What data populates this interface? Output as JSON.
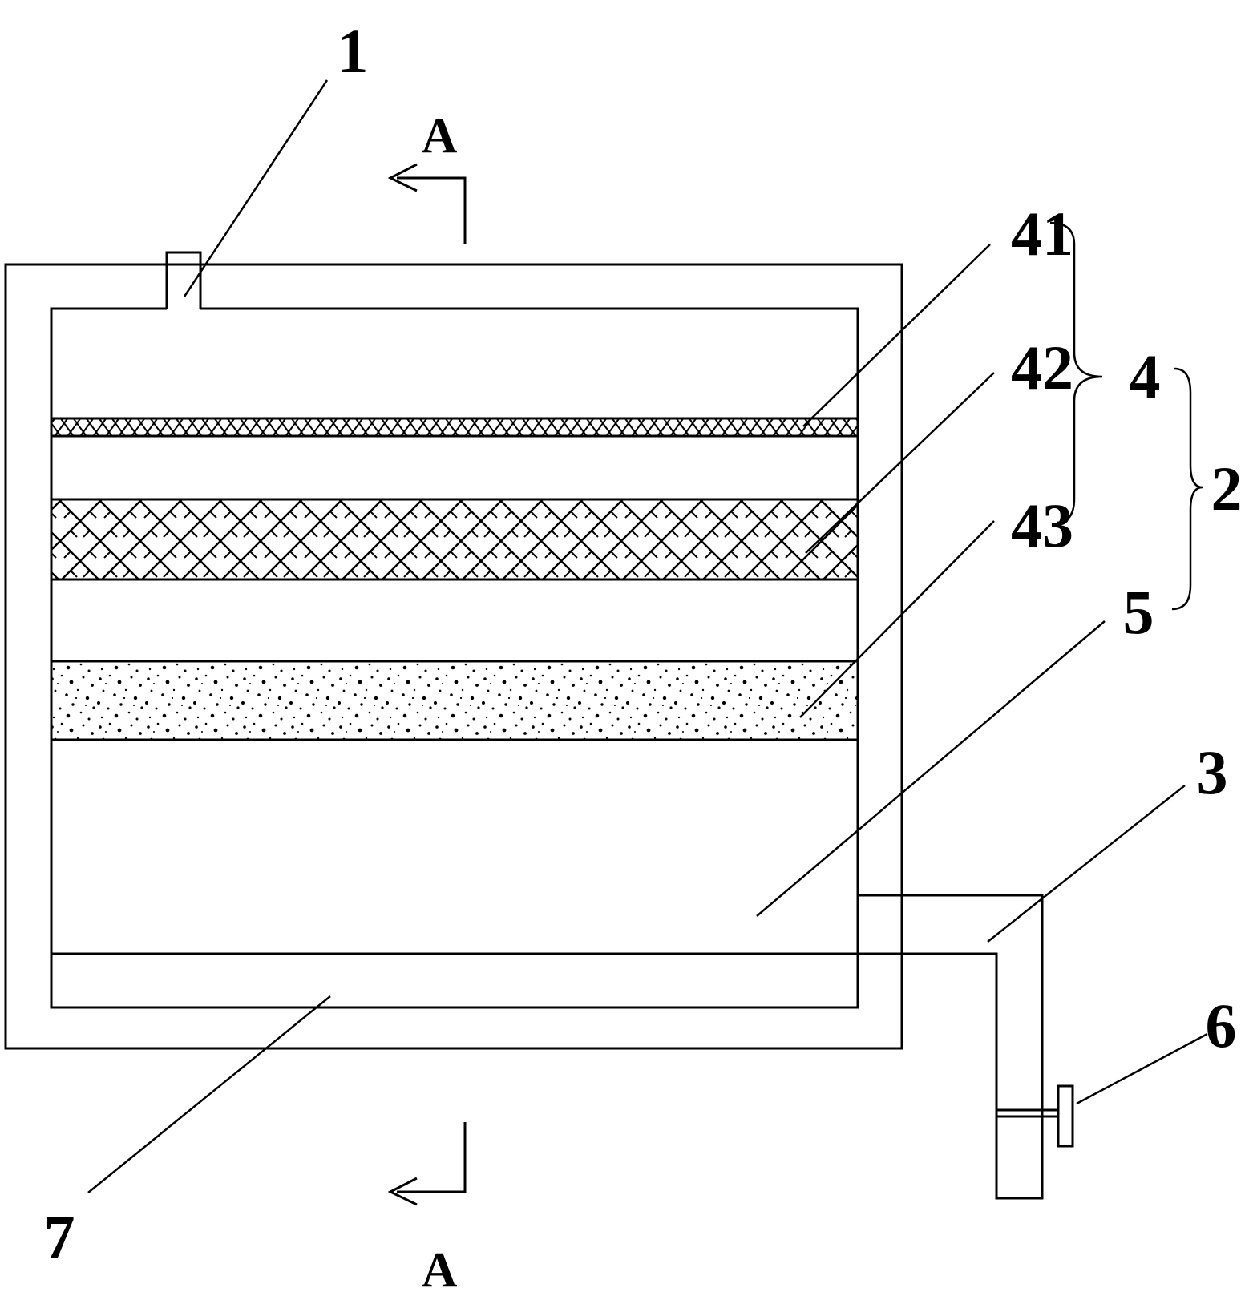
{
  "labels": {
    "inlet": "1",
    "filter_assembly": "2",
    "outlet_pipe": "3",
    "filter_group": "4",
    "layer_top": "41",
    "layer_middle": "42",
    "layer_bottom": "43",
    "clear_chamber": "5",
    "valve": "6",
    "bottom_chamber": "7",
    "section_top": "A",
    "section_bottom": "A"
  },
  "colors": {
    "line": "#000000",
    "background": "#ffffff"
  }
}
